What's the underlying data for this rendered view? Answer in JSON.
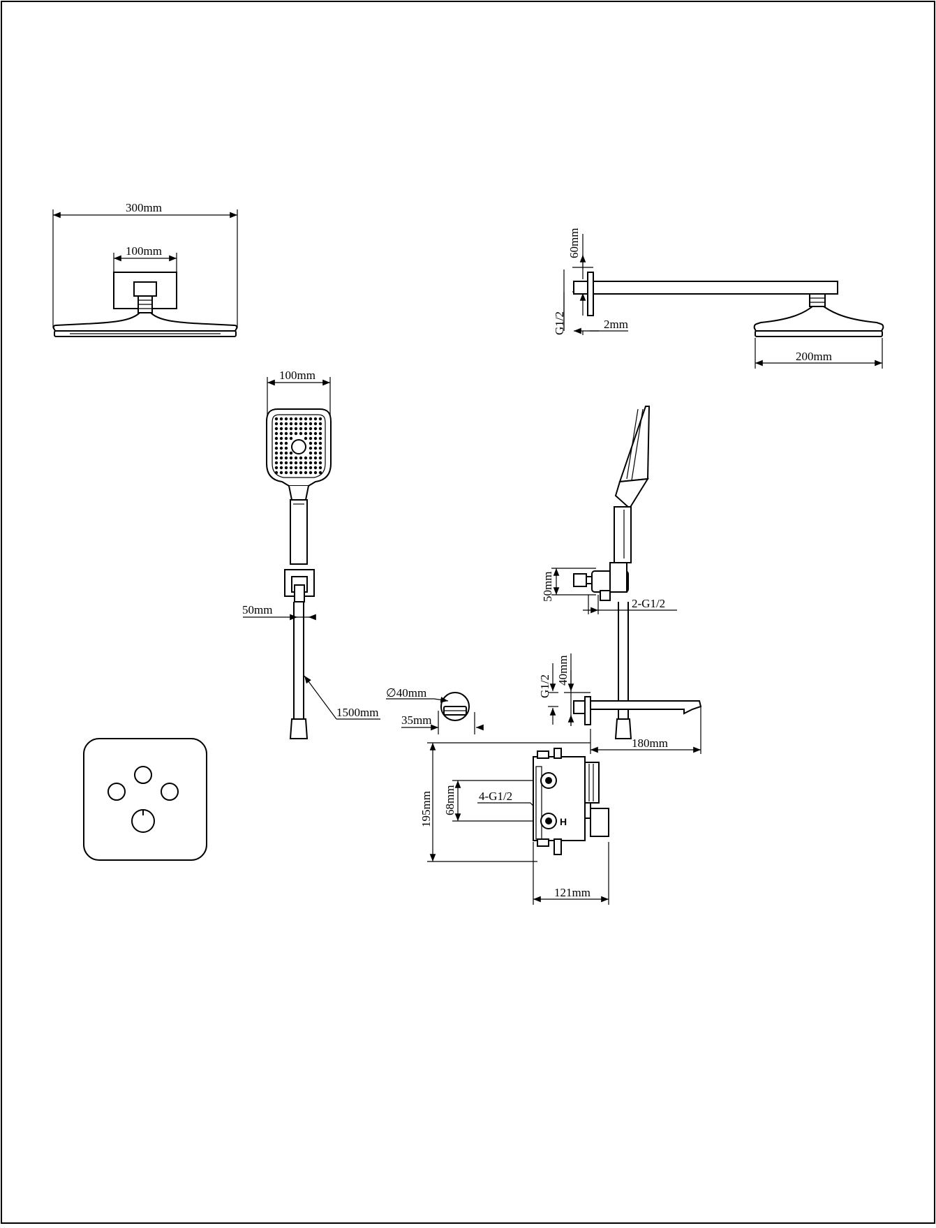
{
  "dimensions": {
    "rain_width": "300mm",
    "rain_base": "100mm",
    "arm_drop": "60mm",
    "arm_thread": "G1/2",
    "arm_gap": "2mm",
    "rain_side_width": "200mm",
    "handset_width": "100mm",
    "holder_height_left": "50mm",
    "hose_length": "1500mm",
    "holder_height_right": "50mm",
    "holder_thread": "2-G1/2",
    "spout_thread": "G1/2",
    "spout_height": "40mm",
    "outlet_diameter": "∅40mm",
    "outlet_depth": "35mm",
    "spout_length": "180mm",
    "valve_height": "195mm",
    "valve_inlet_spacing": "68mm",
    "valve_threads": "4-G1/2",
    "valve_depth": "121mm"
  },
  "marks": {
    "valve_inlet_letter": "H"
  },
  "colors": {
    "line": "#000000",
    "background": "#ffffff"
  }
}
